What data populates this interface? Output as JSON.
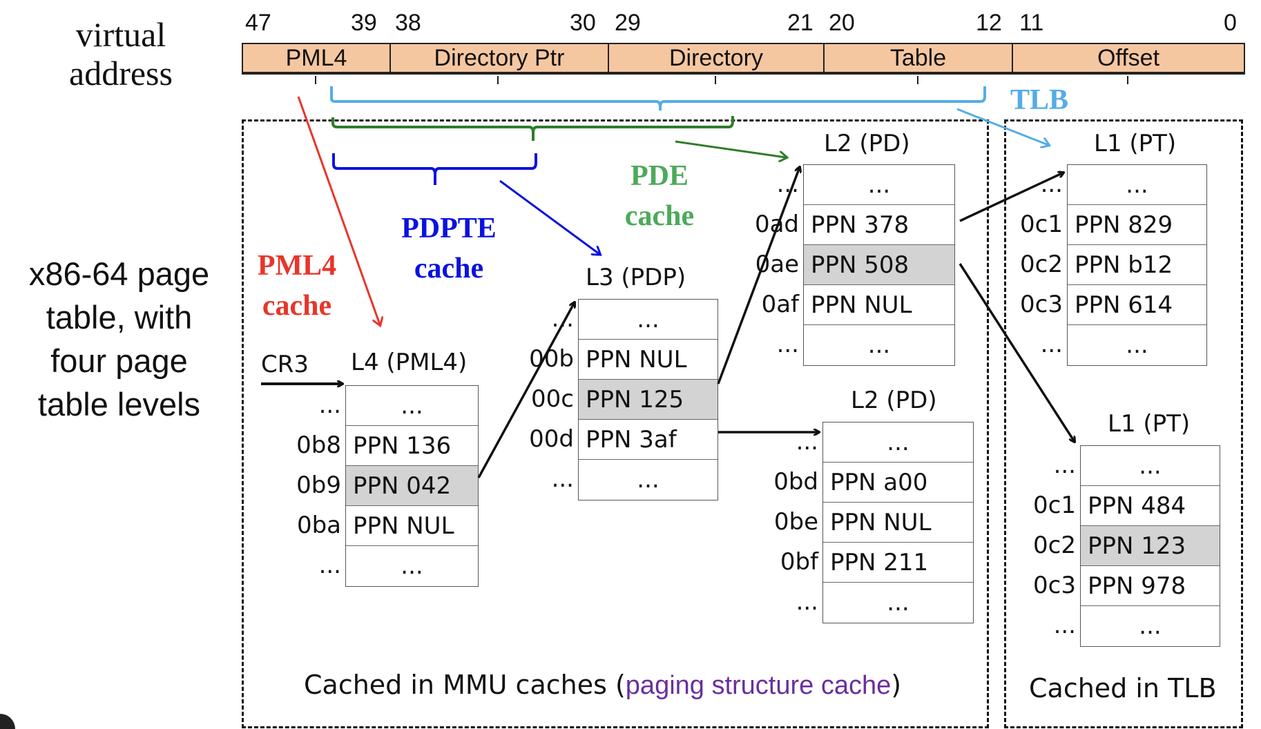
{
  "virtual_address_label": [
    "virtual",
    "address"
  ],
  "side_caption": [
    "x86-64 page",
    "table, with",
    "four page",
    "table levels"
  ],
  "bit_positions": [
    "47",
    "39",
    "38",
    "30",
    "29",
    "21",
    "20",
    "12",
    "11",
    "0"
  ],
  "address_fields": [
    {
      "label": "PML4",
      "bits": "47-39"
    },
    {
      "label": "Directory Ptr",
      "bits": "38-30"
    },
    {
      "label": "Directory",
      "bits": "29-21"
    },
    {
      "label": "Table",
      "bits": "20-12"
    },
    {
      "label": "Offset",
      "bits": "11-0"
    }
  ],
  "colors": {
    "address_field_fill": "#f5c7a1",
    "pml4_cache": "#e8352a",
    "pdpte_cache": "#0a12e0",
    "pde_cache_label": "#4caa5a",
    "pde_cache_bracket": "#2f7d2a",
    "tlb": "#55ace6",
    "paging_structure_cache": "#6a2ea0",
    "highlight_row": "#d3d3d3"
  },
  "cache_labels": {
    "pml4": [
      "PML4",
      "cache"
    ],
    "pdpte": [
      "PDPTE",
      "cache"
    ],
    "pde": [
      "PDE",
      "cache"
    ],
    "tlb": "TLB"
  },
  "cr3_label": "CR3",
  "tables": {
    "l4": {
      "title": "L4 (PML4)",
      "rows": [
        {
          "index": "...",
          "value": "...",
          "highlight": false
        },
        {
          "index": "0b8",
          "value": "PPN 136",
          "highlight": false
        },
        {
          "index": "0b9",
          "value": "PPN 042",
          "highlight": true
        },
        {
          "index": "0ba",
          "value": "PPN NUL",
          "highlight": false
        },
        {
          "index": "...",
          "value": "...",
          "highlight": false
        }
      ]
    },
    "l3": {
      "title": "L3 (PDP)",
      "rows": [
        {
          "index": "...",
          "value": "...",
          "highlight": false
        },
        {
          "index": "00b",
          "value": "PPN NUL",
          "highlight": false
        },
        {
          "index": "00c",
          "value": "PPN 125",
          "highlight": true
        },
        {
          "index": "00d",
          "value": "PPN 3af",
          "highlight": false
        },
        {
          "index": "...",
          "value": "...",
          "highlight": false
        }
      ]
    },
    "l2_top": {
      "title": "L2 (PD)",
      "rows": [
        {
          "index": "...",
          "value": "...",
          "highlight": false
        },
        {
          "index": "0ad",
          "value": "PPN 378",
          "highlight": false
        },
        {
          "index": "0ae",
          "value": "PPN 508",
          "highlight": true
        },
        {
          "index": "0af",
          "value": "PPN NUL",
          "highlight": false
        },
        {
          "index": "...",
          "value": "...",
          "highlight": false
        }
      ]
    },
    "l2_bottom": {
      "title": "L2 (PD)",
      "rows": [
        {
          "index": "...",
          "value": "...",
          "highlight": false
        },
        {
          "index": "0bd",
          "value": "PPN a00",
          "highlight": false
        },
        {
          "index": "0be",
          "value": "PPN NUL",
          "highlight": false
        },
        {
          "index": "0bf",
          "value": "PPN 211",
          "highlight": false
        },
        {
          "index": "...",
          "value": "...",
          "highlight": false
        }
      ]
    },
    "l1_top": {
      "title": "L1 (PT)",
      "rows": [
        {
          "index": "...",
          "value": "...",
          "highlight": false
        },
        {
          "index": "0c1",
          "value": "PPN 829",
          "highlight": false
        },
        {
          "index": "0c2",
          "value": "PPN b12",
          "highlight": false
        },
        {
          "index": "0c3",
          "value": "PPN 614",
          "highlight": false
        },
        {
          "index": "...",
          "value": "...",
          "highlight": false
        }
      ]
    },
    "l1_bottom": {
      "title": "L1 (PT)",
      "rows": [
        {
          "index": "...",
          "value": "...",
          "highlight": false
        },
        {
          "index": "0c1",
          "value": "PPN 484",
          "highlight": false
        },
        {
          "index": "0c2",
          "value": "PPN 123",
          "highlight": true
        },
        {
          "index": "0c3",
          "value": "PPN 978",
          "highlight": false
        },
        {
          "index": "...",
          "value": "...",
          "highlight": false
        }
      ]
    }
  },
  "captions": {
    "mmu_prefix": "Cached in MMU caches (",
    "mmu_highlight": "paging structure cache",
    "mmu_suffix": ")",
    "tlb": "Cached in TLB"
  }
}
